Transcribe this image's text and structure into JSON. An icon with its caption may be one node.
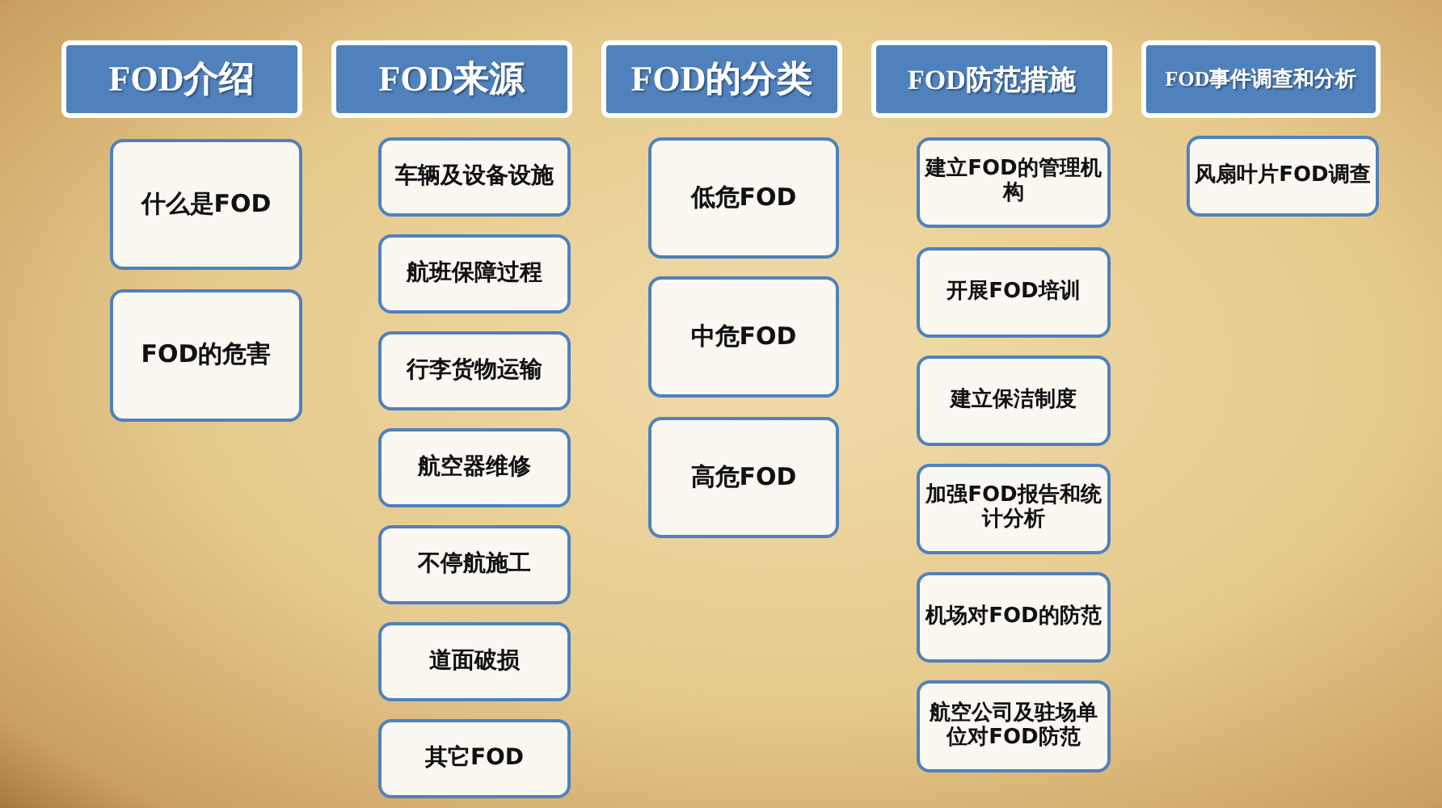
{
  "diagram": {
    "nodes": [
      {
        "text": [
          "FOD介绍"
        ]
      },
      {
        "text": [
          "什么是FOD"
        ]
      },
      {
        "text": [
          "FOD的危害"
        ]
      },
      {
        "text": [
          "FOD来源"
        ]
      },
      {
        "text": [
          "车辆及设备设施"
        ]
      },
      {
        "text": [
          "航班保障过程"
        ]
      },
      {
        "text": [
          "行李货物运输"
        ]
      },
      {
        "text": [
          "航空器维修"
        ]
      },
      {
        "text": [
          "不停航施工"
        ]
      },
      {
        "text": [
          "道面破损"
        ]
      },
      {
        "text": [
          "其它FOD"
        ]
      },
      {
        "text": [
          "FOD的分类"
        ]
      },
      {
        "text": [
          "低危FOD"
        ]
      },
      {
        "text": [
          "中危FOD"
        ]
      },
      {
        "text": [
          "高危FOD"
        ]
      },
      {
        "text": [
          "FOD防范措施"
        ]
      },
      {
        "text": [
          "建立FOD的管理机构"
        ]
      },
      {
        "text": [
          "开展FOD培训"
        ]
      },
      {
        "text": [
          "建立保洁制度"
        ]
      },
      {
        "text": [
          "加强FOD报告和统计分析"
        ]
      },
      {
        "text": [
          "机场对FOD的防范"
        ]
      },
      {
        "text": [
          "航空公司及驻场单位对FOD防范"
        ]
      },
      {
        "text": [
          "FOD事件调查和分析"
        ]
      },
      {
        "text": [
          "风扇叶片FOD调查"
        ]
      }
    ]
  }
}
